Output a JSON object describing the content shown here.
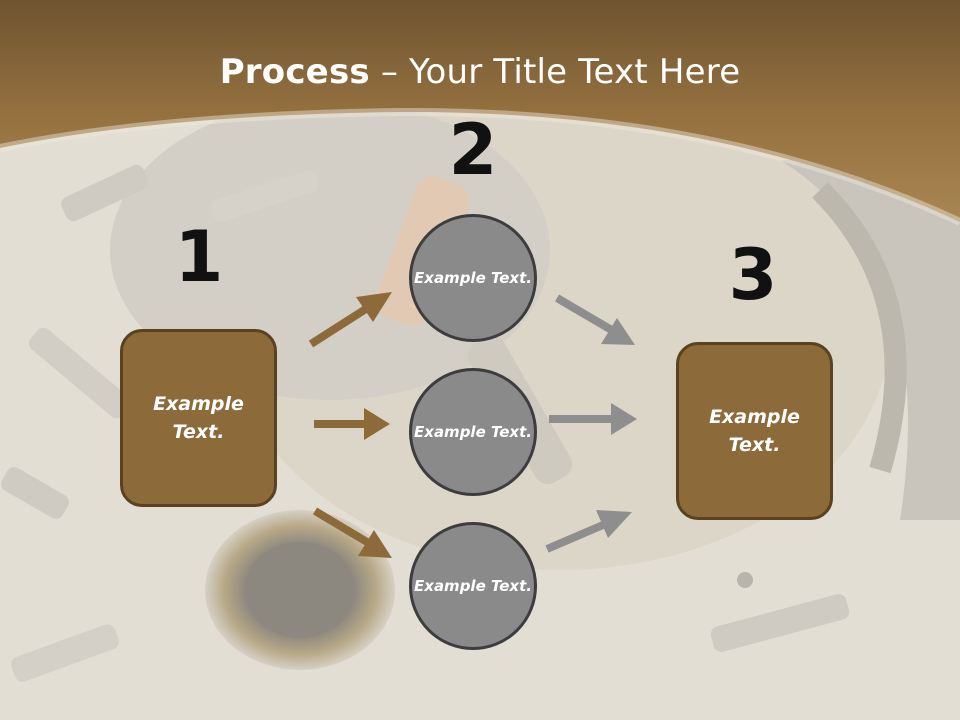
{
  "slide": {
    "title_bold": "Process",
    "title_rest": " – Your Title Text Here",
    "colors": {
      "header_brown": "#8f6a3a",
      "box_fill": "#8c6a3a",
      "box_border": "#5a4220",
      "circle_fill": "#8a8a8a",
      "brown_arrow": "#8c6a3a",
      "gray_arrow": "#8e8e8e"
    }
  },
  "steps": {
    "one": "1",
    "two": "2",
    "three": "3"
  },
  "boxes": {
    "left": "Example Text.",
    "right": "Example Text."
  },
  "circles": {
    "top": "Example Text.",
    "middle": "Example Text.",
    "bottom": "Example Text."
  }
}
